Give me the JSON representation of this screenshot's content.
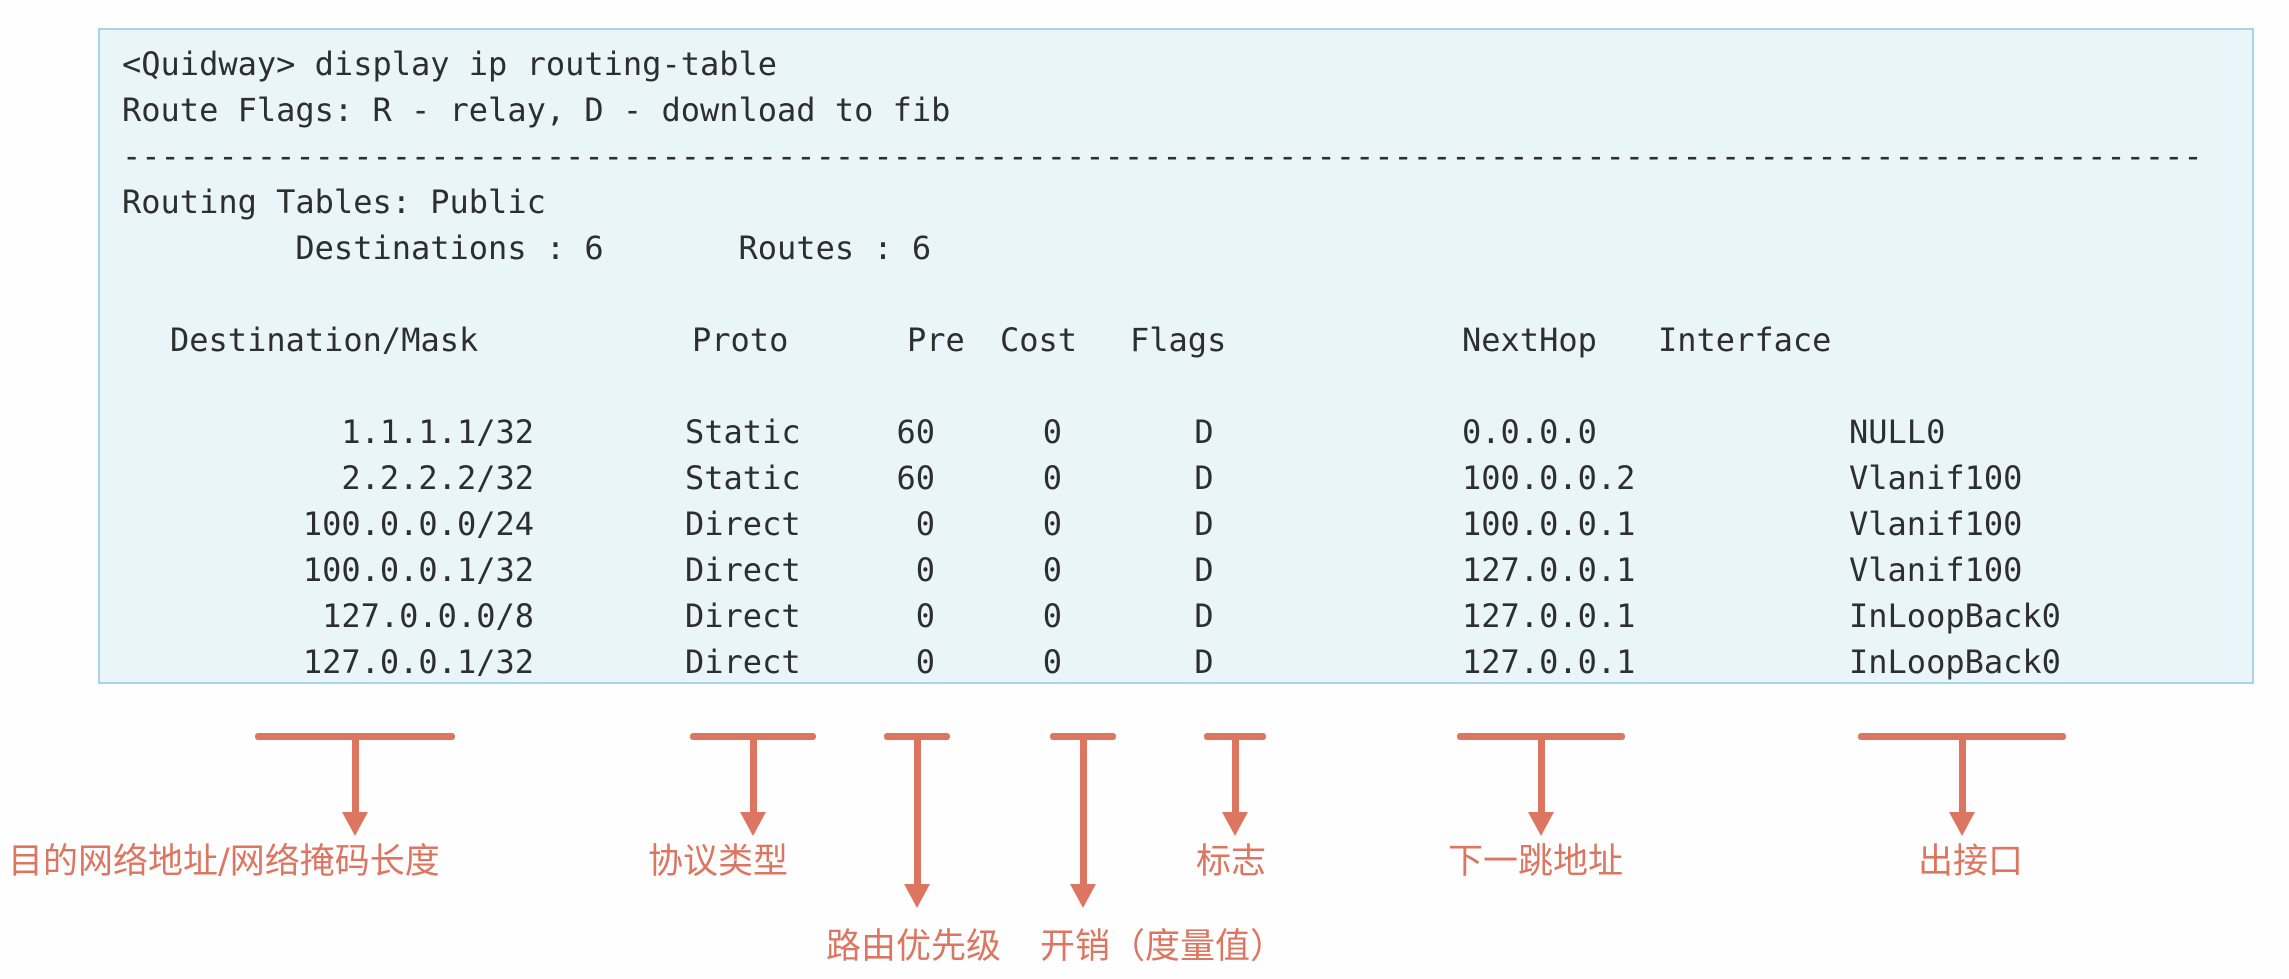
{
  "colors": {
    "accent": "#dd7660",
    "terminal_bg": "#eaf5fa",
    "terminal_border": "#a9d3e6",
    "text": "#2e2e2e"
  },
  "terminal": {
    "lines": {
      "command": "<Quidway> display ip routing-table",
      "route_flags": "Route Flags: R - relay, D - download to fib",
      "separator": "------------------------------------------------------------------------------------------------------------",
      "routing_tables": "Routing Tables: Public",
      "summary": "         Destinations : 6       Routes : 6"
    },
    "columns": [
      "Destination/Mask",
      "Proto",
      "Pre",
      "Cost",
      "Flags",
      "NextHop",
      "Interface"
    ],
    "routes": [
      {
        "dest": "1.1.1.1/32",
        "proto": "Static",
        "pre": "60",
        "cost": "0",
        "flags": "D",
        "nexthop": "0.0.0.0",
        "iface": "NULL0"
      },
      {
        "dest": "2.2.2.2/32",
        "proto": "Static",
        "pre": "60",
        "cost": "0",
        "flags": "D",
        "nexthop": "100.0.0.2",
        "iface": "Vlanif100"
      },
      {
        "dest": "100.0.0.0/24",
        "proto": "Direct",
        "pre": "0",
        "cost": "0",
        "flags": "D",
        "nexthop": "100.0.0.1",
        "iface": "Vlanif100"
      },
      {
        "dest": "100.0.0.1/32",
        "proto": "Direct",
        "pre": "0",
        "cost": "0",
        "flags": "D",
        "nexthop": "127.0.0.1",
        "iface": "Vlanif100"
      },
      {
        "dest": "127.0.0.0/8",
        "proto": "Direct",
        "pre": "0",
        "cost": "0",
        "flags": "D",
        "nexthop": "127.0.0.1",
        "iface": "InLoopBack0"
      },
      {
        "dest": "127.0.0.1/32",
        "proto": "Direct",
        "pre": "0",
        "cost": "0",
        "flags": "D",
        "nexthop": "127.0.0.1",
        "iface": "InLoopBack0"
      }
    ]
  },
  "annotations": [
    {
      "label": "目的网络地址/网络掩码长度",
      "points_to": "Destination/Mask"
    },
    {
      "label": "协议类型",
      "points_to": "Proto"
    },
    {
      "label": "路由优先级",
      "points_to": "Pre"
    },
    {
      "label": "开销（度量值）",
      "points_to": "Cost"
    },
    {
      "label": "标志",
      "points_to": "Flags"
    },
    {
      "label": "下一跳地址",
      "points_to": "NextHop"
    },
    {
      "label": "出接口",
      "points_to": "Interface"
    }
  ]
}
